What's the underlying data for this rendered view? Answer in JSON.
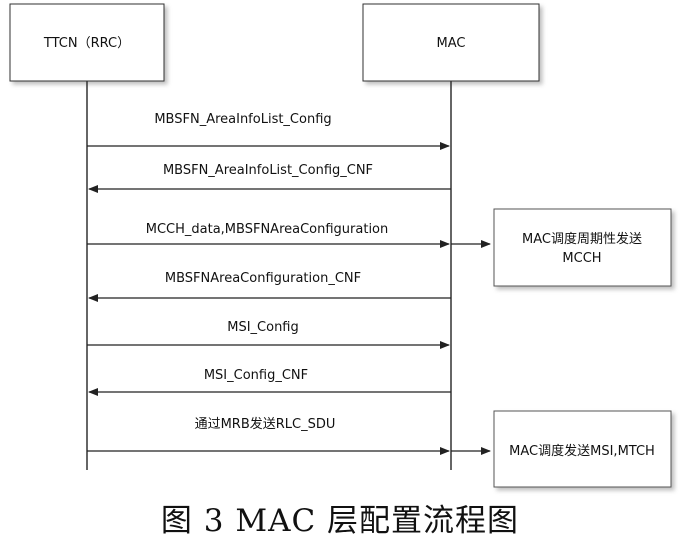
{
  "participants": [
    {
      "label": "TTCN（RRC）"
    },
    {
      "label": "MAC"
    }
  ],
  "messages": [
    {
      "label": "MBSFN_AreaInfoList_Config",
      "direction": "to-mac"
    },
    {
      "label": "MBSFN_AreaInfoList_Config_CNF",
      "direction": "to-ttcn"
    },
    {
      "label": "MCCH_data,MBSFNAreaConfiguration",
      "direction": "to-mac"
    },
    {
      "label": "MBSFNAreaConfiguration_CNF",
      "direction": "to-ttcn"
    },
    {
      "label": "MSI_Config",
      "direction": "to-mac"
    },
    {
      "label": "MSI_Config_CNF",
      "direction": "to-ttcn"
    },
    {
      "label": "通过MRB发送RLC_SDU",
      "direction": "to-mac"
    }
  ],
  "notes": [
    {
      "lines": [
        "MAC调度周期性发送",
        "MCCH"
      ]
    },
    {
      "lines": [
        "MAC调度发送MSI,MTCH"
      ]
    }
  ],
  "caption": "图 3 MAC 层配置流程图"
}
